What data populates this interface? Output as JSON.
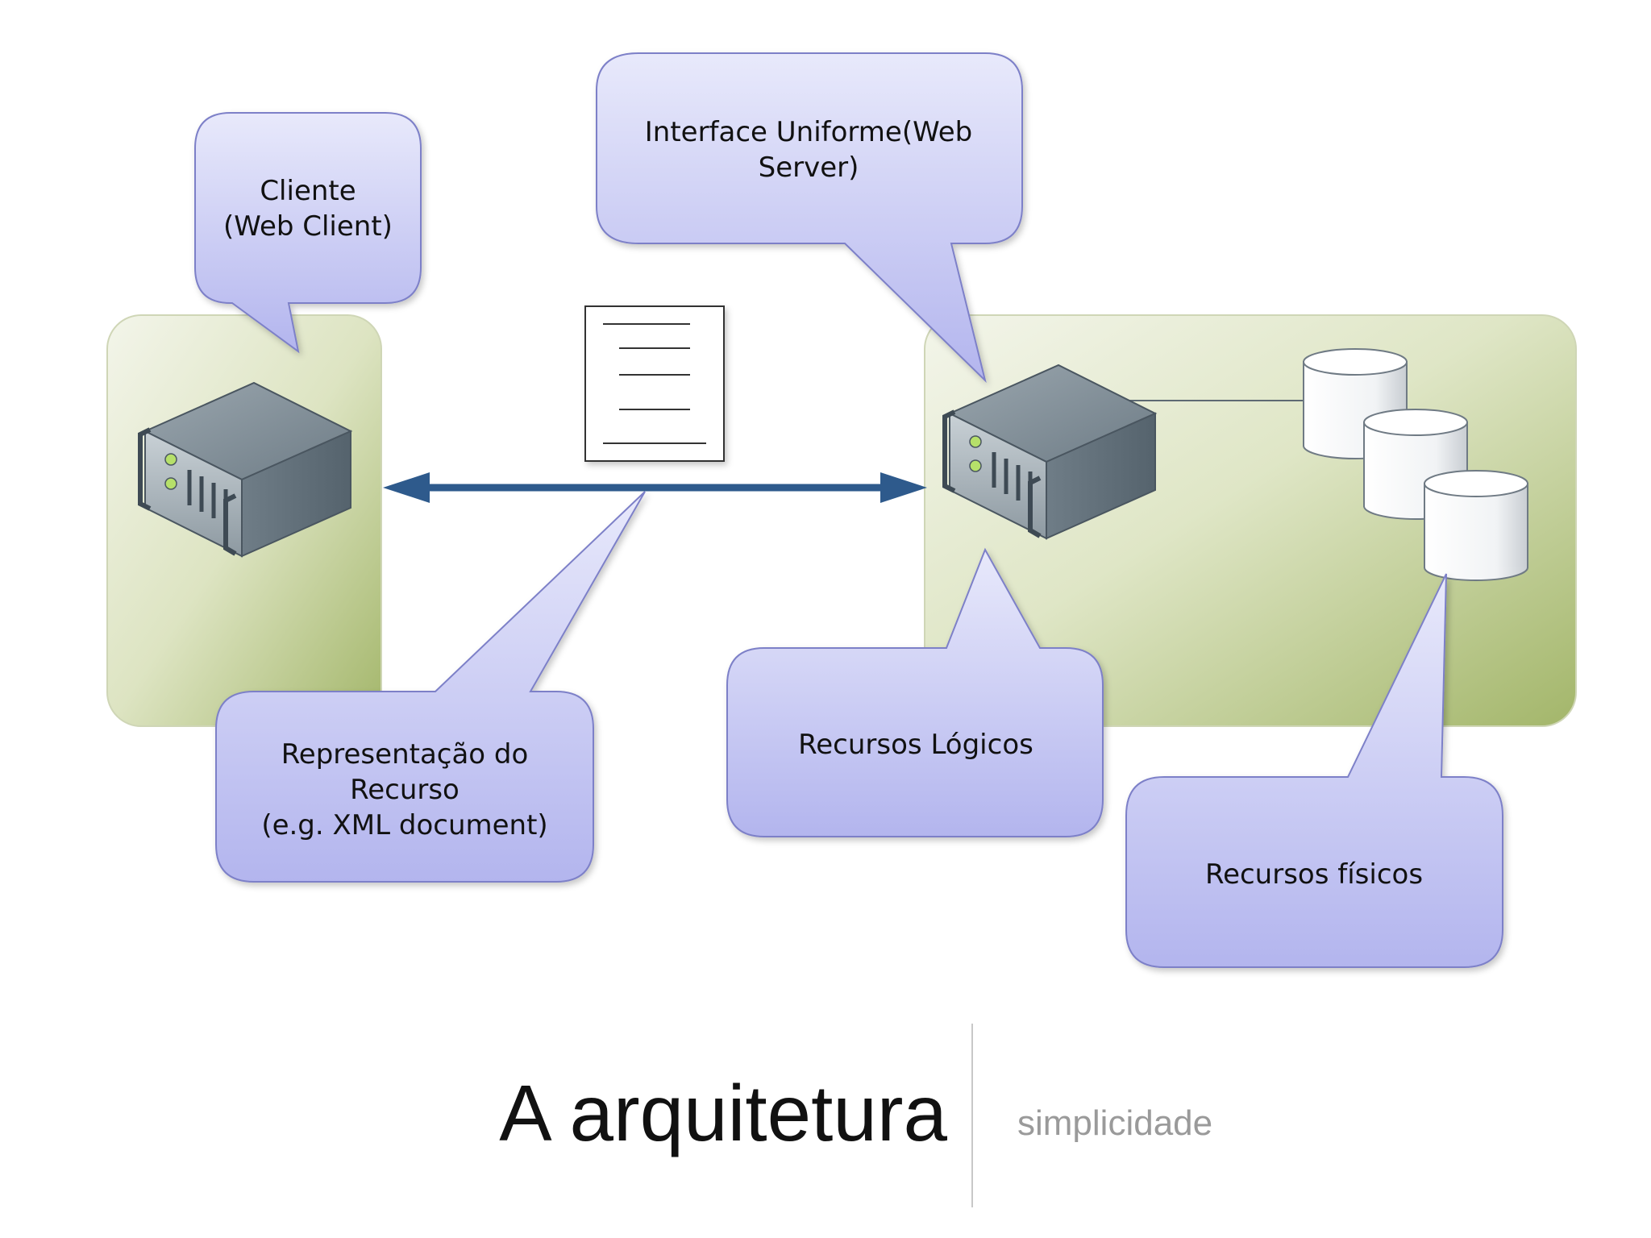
{
  "callouts": {
    "cliente": {
      "line1": "Cliente",
      "line2": "(Web Client)"
    },
    "interface": {
      "line1": "Interface Uniforme(Web",
      "line2": "Server)"
    },
    "representacao": {
      "line1": "Representação do",
      "line2": "Recurso",
      "line3": "(e.g. XML document)"
    },
    "logicos": {
      "line1": "Recursos Lógicos"
    },
    "fisicos": {
      "line1": "Recursos físicos"
    }
  },
  "footer": {
    "title": "A arquitetura",
    "subtitle": "simplicidade"
  },
  "colors": {
    "callout_top": "#e6e7fb",
    "callout_bottom": "#b4b6ee",
    "callout_stroke": "#7d80c8",
    "panel_light": "#eef1e2",
    "panel_dark": "#a5b86c",
    "arrow": "#2e5a8c",
    "title": "#111111",
    "subtitle": "#9a9a9a"
  },
  "icons": {
    "client_server": "server-icon",
    "web_server": "server-icon",
    "document": "document-icon",
    "database": "database-icon"
  }
}
